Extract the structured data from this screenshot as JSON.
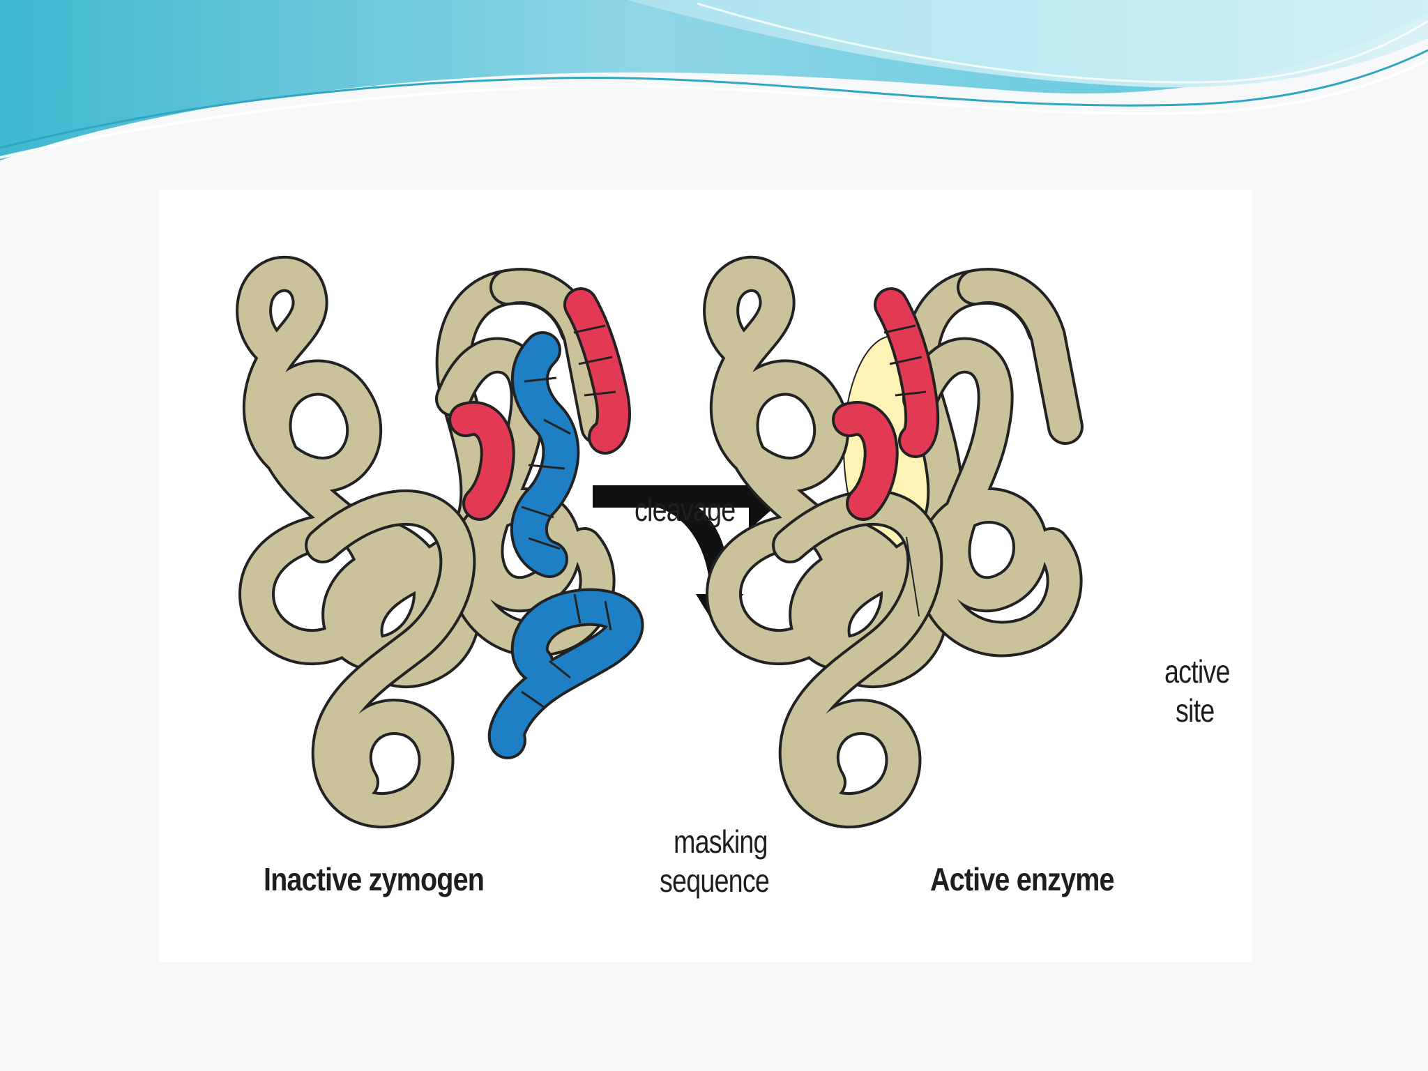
{
  "labels": {
    "inactive": "Inactive zymogen",
    "cleavage": "cleavage",
    "masking_line1": "masking",
    "masking_line2": "sequence",
    "active_enzyme": "Active enzyme",
    "active_site_line1": "active",
    "active_site_line2": "site"
  },
  "colors": {
    "protein_fill": "#c9c29a",
    "outline": "#222222",
    "red_segment": "#e23a55",
    "blue_segment": "#1f7fc4",
    "active_site_highlight": "#fdf3b4",
    "arrow": "#111111",
    "header_wave": "#5cc4d8"
  }
}
